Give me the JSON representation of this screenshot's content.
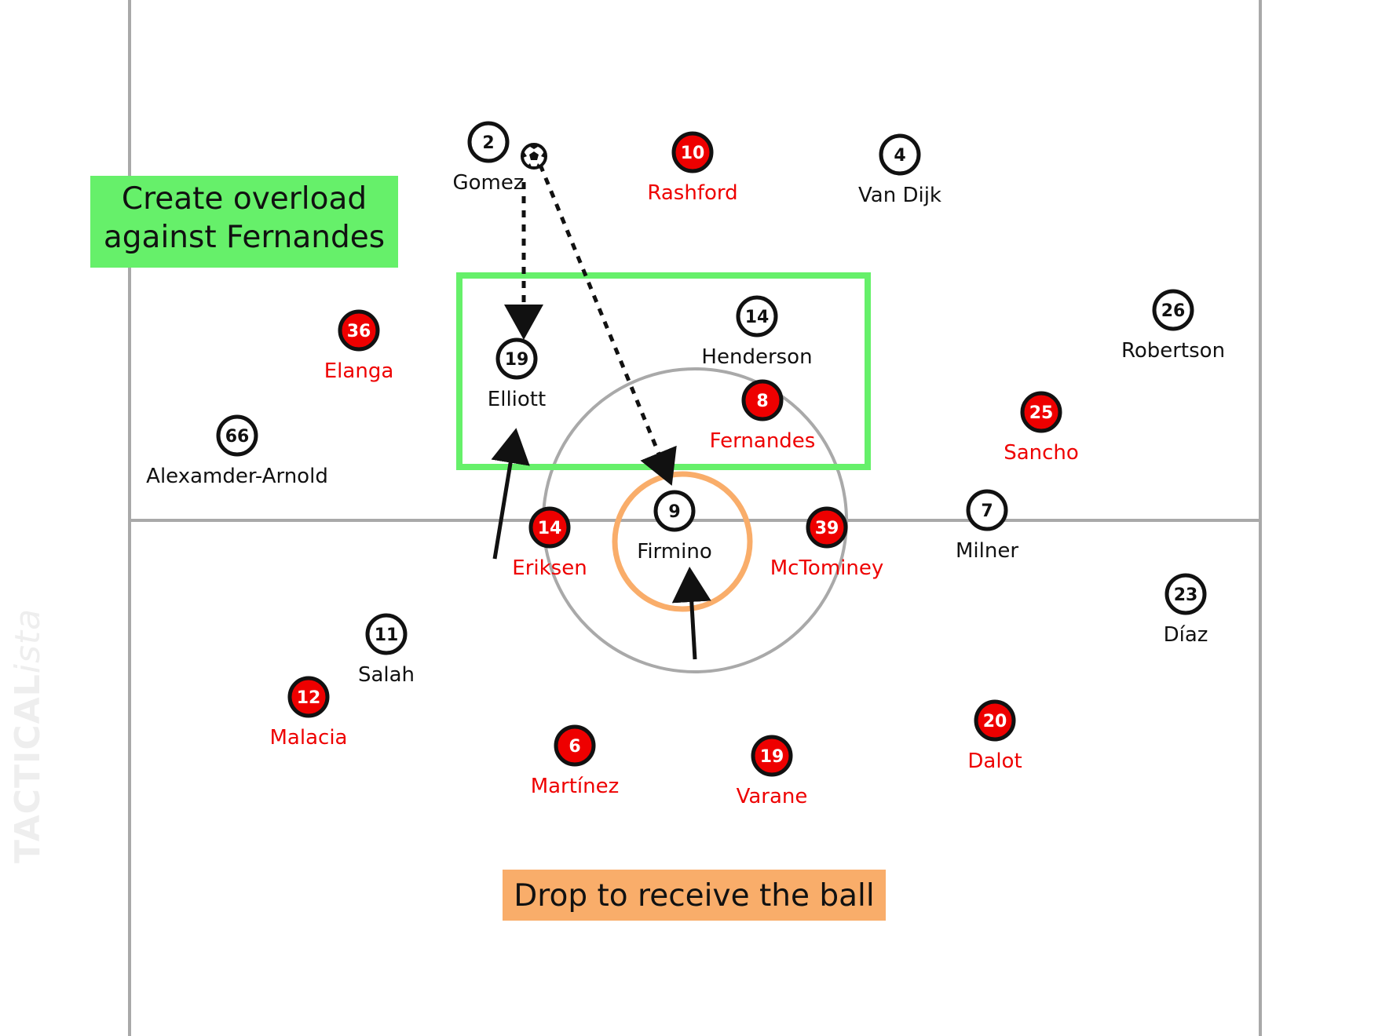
{
  "callouts": {
    "overload": "Create overload against Fernandes",
    "drop": "Drop to receive the ball"
  },
  "watermark": {
    "bold": "TACTICAL",
    "italic": "ista"
  },
  "colors": {
    "team_a_fill": "#ffffff",
    "team_a_text": "#111111",
    "team_b_fill": "#ee0000",
    "team_b_text": "#ee0000",
    "overload_box": "#66f06a",
    "drop_circle": "#f9ad6a",
    "pitch_lines": "#a9a9a9"
  },
  "players": [
    {
      "id": "gomez",
      "team": "a",
      "number": "2",
      "name": "Gomez"
    },
    {
      "id": "rashford",
      "team": "b",
      "number": "10",
      "name": "Rashford"
    },
    {
      "id": "van-dijk",
      "team": "a",
      "number": "4",
      "name": "Van Dijk"
    },
    {
      "id": "henderson",
      "team": "a",
      "number": "14",
      "name": "Henderson"
    },
    {
      "id": "robertson",
      "team": "a",
      "number": "26",
      "name": "Robertson"
    },
    {
      "id": "elanga",
      "team": "b",
      "number": "36",
      "name": "Elanga"
    },
    {
      "id": "elliott",
      "team": "a",
      "number": "19",
      "name": "Elliott"
    },
    {
      "id": "fernandes",
      "team": "b",
      "number": "8",
      "name": "Fernandes"
    },
    {
      "id": "sancho",
      "team": "b",
      "number": "25",
      "name": "Sancho"
    },
    {
      "id": "alexander-arnold",
      "team": "a",
      "number": "66",
      "name": "Alexamder-Arnold"
    },
    {
      "id": "eriksen",
      "team": "b",
      "number": "14",
      "name": "Eriksen"
    },
    {
      "id": "firmino",
      "team": "a",
      "number": "9",
      "name": "Firmino"
    },
    {
      "id": "mctominey",
      "team": "b",
      "number": "39",
      "name": "McTominey"
    },
    {
      "id": "milner",
      "team": "a",
      "number": "7",
      "name": "Milner"
    },
    {
      "id": "diaz",
      "team": "a",
      "number": "23",
      "name": "Díaz"
    },
    {
      "id": "salah",
      "team": "a",
      "number": "11",
      "name": "Salah"
    },
    {
      "id": "malacia",
      "team": "b",
      "number": "12",
      "name": "Malacia"
    },
    {
      "id": "martinez",
      "team": "b",
      "number": "6",
      "name": "Martínez"
    },
    {
      "id": "varane",
      "team": "b",
      "number": "19",
      "name": "Varane"
    },
    {
      "id": "dalot",
      "team": "b",
      "number": "20",
      "name": "Dalot"
    }
  ],
  "ball": {
    "icon": "football-icon"
  },
  "arrows": [
    {
      "id": "gomez-to-elliott-pass",
      "style": "dotted"
    },
    {
      "id": "gomez-to-firmino-pass",
      "style": "dotted"
    },
    {
      "id": "eriksen-to-elliott-run",
      "style": "solid"
    },
    {
      "id": "firmino-drop-run",
      "style": "solid"
    }
  ]
}
